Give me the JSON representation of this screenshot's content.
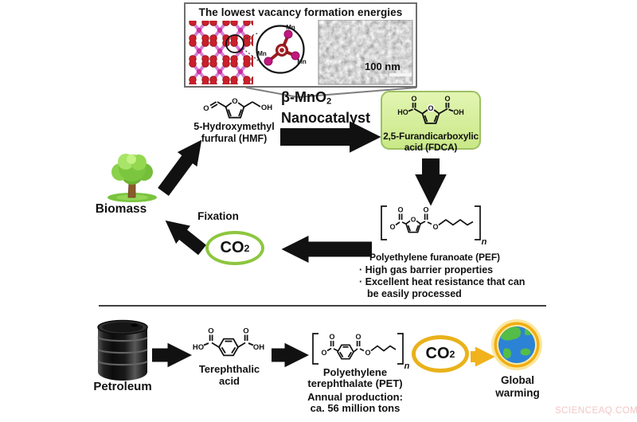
{
  "colors": {
    "arrow_black": "#111111",
    "co2_cycle_ring_green": "#8dc63f",
    "co2_emission_ring_yellow": "#e9b21b",
    "fdca_box_green": "#d9f0a3",
    "global_warming_arrow_yellow": "#f2b21c",
    "crystal_oxygen_red": "#cb1f2b",
    "crystal_mn_pink": "#c2187e",
    "watermark_pink": "#f3c6c6"
  },
  "inset_box": {
    "title": "The lowest vacancy formation energies",
    "mn_label_top": "Mn",
    "mn_label_left": "Mn",
    "mn_label_right": "Mn",
    "scale_bar_label": "100 nm"
  },
  "cycle": {
    "biomass_label": "Biomass",
    "hmf_label_line1": "5-Hydroxymethyl",
    "hmf_label_line2": "furfural (HMF)",
    "catalyst_line1_main": "β-MnO",
    "catalyst_line1_sub": "2",
    "catalyst_line2": "Nanocatalyst",
    "fdca_label_line1": "2,5-Furandicarboxylic",
    "fdca_label_line2": "acid (FDCA)",
    "fixation_label": "Fixation",
    "co2_main": "CO",
    "co2_sub": "2",
    "pef_label": "Polyethylene furanoate (PEF)",
    "pef_bullet1": "· High gas barrier properties",
    "pef_bullet2_line1": "· Excellent heat resistance that can",
    "pef_bullet2_line2": "be easily processed"
  },
  "petro": {
    "petroleum_label": "Petroleum",
    "tpa_label_line1": "Terephthalic",
    "tpa_label_line2": "acid",
    "pet_label_line1": "Polyethylene",
    "pet_label_line2": "terephthalate (PET)",
    "production_line1": "Annual production:",
    "production_line2": "ca. 56 million tons",
    "co2_main": "CO",
    "co2_sub": "2",
    "global_warming_line1": "Global",
    "global_warming_line2": "warming"
  },
  "structures": {
    "hmf": {
      "o_aldehyde": "O",
      "o_ring": "O",
      "oh": "OH"
    },
    "fdca": {
      "ho": "HO",
      "o_left": "O",
      "o_ring": "O",
      "o_right": "O",
      "oh": "OH"
    },
    "pef": {
      "o_ester_left": "O",
      "o_carbonyl_left": "O",
      "o_ring": "O",
      "o_carbonyl_right": "O",
      "o_ester_right": "O",
      "repeat_n": "n"
    },
    "tpa": {
      "ho": "HO",
      "o_left": "O",
      "o_right": "O",
      "oh": "OH"
    },
    "pet": {
      "o_ester_left": "O",
      "o_carbonyl_left": "O",
      "o_carbonyl_right": "O",
      "o_ester_right": "O",
      "repeat_n": "n"
    }
  },
  "watermark": "SCIENCEAQ.COM"
}
